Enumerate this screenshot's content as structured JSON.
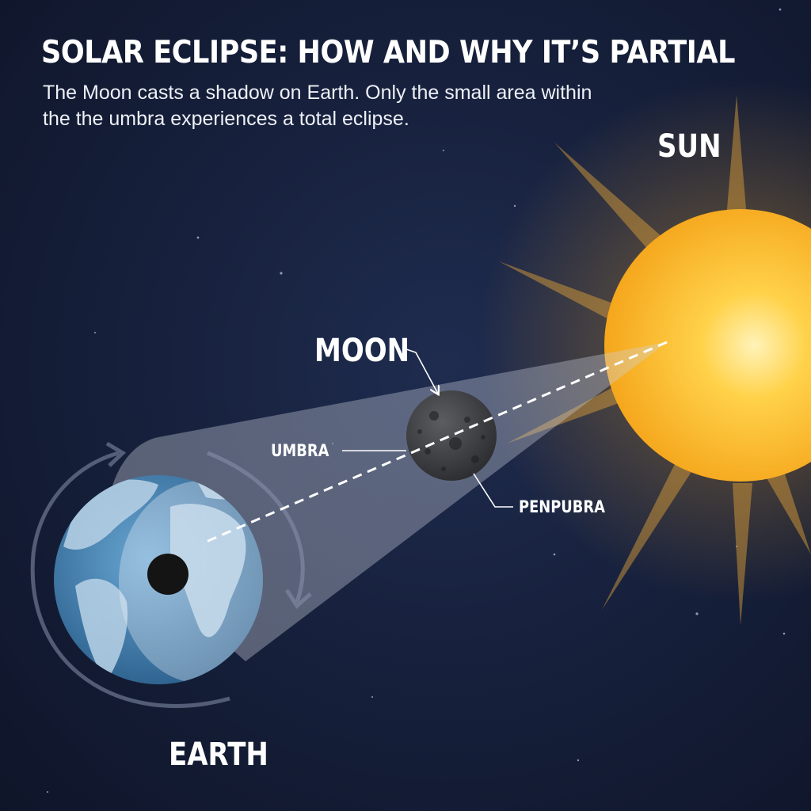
{
  "title": "SOLAR ECLIPSE: HOW AND WHY IT’S PARTIAL",
  "subtitle": "The Moon casts a shadow on Earth. Only the small area within the the umbra experiences a total eclipse.",
  "labels": {
    "sun": "SUN",
    "moon": "MOON",
    "umbra": "UMBRA",
    "penumbra": "PENPUBRA",
    "earth": "EARTH"
  },
  "colors": {
    "background": "#17213d",
    "sun": "#ffc22e",
    "moon": "#3a3b3e",
    "earth_ocean": "#3f7fae",
    "umbra_spot": "#141414",
    "text": "#ffffff"
  }
}
